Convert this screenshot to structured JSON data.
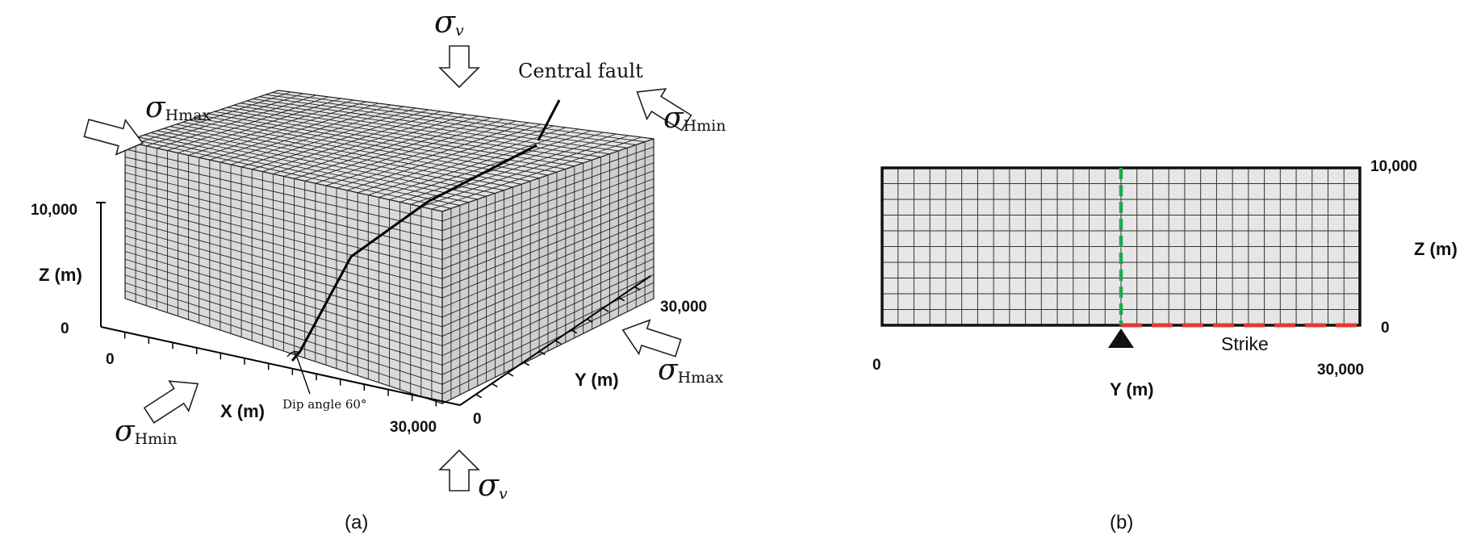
{
  "panel_a": {
    "caption": "(a)",
    "z_axis": {
      "label": "Z (m)",
      "tick_max": "10,000",
      "tick_zero": "0"
    },
    "x_axis": {
      "label": "X (m)",
      "tick_zero": "0",
      "tick_max": "30,000"
    },
    "y_axis": {
      "label": "Y (m)",
      "tick_zero": "0",
      "tick_max": "30,000"
    },
    "annotations": {
      "fault": "Central fault",
      "dip": "Dip angle 60°"
    },
    "stress": {
      "v_top": {
        "sym": "σ",
        "sub": "v"
      },
      "v_bottom": {
        "sym": "σ",
        "sub": "v"
      },
      "hmax_left": {
        "sym": "σ",
        "sub": "Hmax"
      },
      "hmax_right": {
        "sym": "σ",
        "sub": "Hmax"
      },
      "hmin_left": {
        "sym": "σ",
        "sub": "Hmin"
      },
      "hmin_right": {
        "sym": "σ",
        "sub": "Hmin"
      }
    }
  },
  "panel_b": {
    "caption": "(b)",
    "z_axis": {
      "label": "Z (m)",
      "tick_max": "10,000",
      "tick_zero": "0"
    },
    "y_axis": {
      "label": "Y (m)",
      "tick_zero": "0",
      "tick_max": "30,000"
    },
    "strike_label": "Strike",
    "colors": {
      "fault_line": "#1fa84f",
      "strike_line": "#e53935"
    }
  }
}
